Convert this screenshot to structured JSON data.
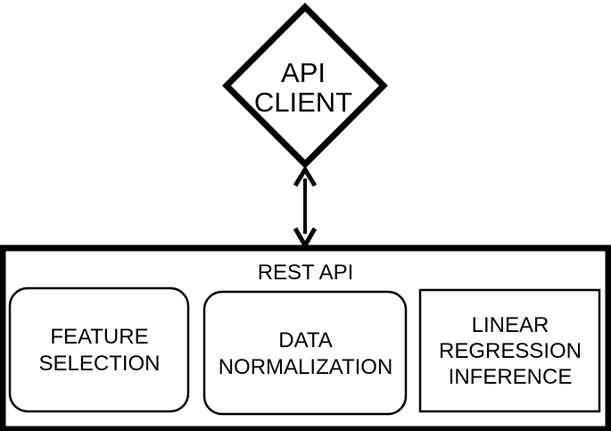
{
  "client": {
    "line1": "API",
    "line2": "CLIENT"
  },
  "rest_api": {
    "title": "REST API",
    "components": [
      {
        "lines": [
          "FEATURE",
          "SELECTION"
        ],
        "shape": "rounded-rect"
      },
      {
        "lines": [
          "DATA",
          "NORMALIZATION"
        ],
        "shape": "rounded-rect"
      },
      {
        "lines": [
          "LINEAR",
          "REGRESSION",
          "INFERENCE"
        ],
        "shape": "rect"
      }
    ]
  },
  "connector": {
    "type": "bidirectional-arrow",
    "from": "client",
    "to": "rest_api"
  },
  "colors": {
    "stroke": "#000000",
    "background": "#ffffff",
    "text": "#000000"
  }
}
